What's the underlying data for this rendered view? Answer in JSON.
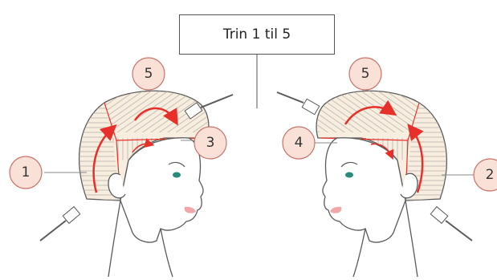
{
  "title": "Trin 1 til 5",
  "steps": {
    "s1": "1",
    "s2": "2",
    "s3": "3",
    "s4": "4",
    "s5_left": "5",
    "s5_right": "5"
  },
  "colors": {
    "arrow": "#e8302a",
    "hair_fill": "#f7eee0",
    "hair_line": "#b0aaa2",
    "badge_fill": "#f9e1d8",
    "badge_stroke": "#c9736a",
    "eye": "#2a8a7c",
    "lips": "#f0a7a9",
    "outline": "#5a5a5a"
  }
}
